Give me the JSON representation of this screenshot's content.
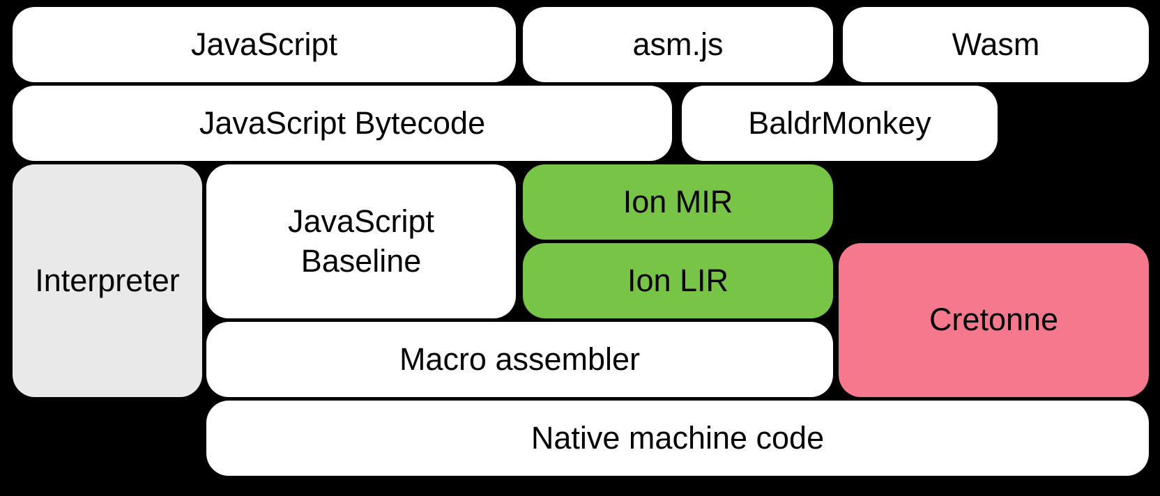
{
  "diagram": {
    "background_color": "#000000",
    "text_color": "#000000",
    "colors": {
      "white": "#ffffff",
      "gray": "#e9e9e9",
      "green": "#78c446",
      "pink": "#f5788c"
    },
    "boxes": [
      {
        "id": "javascript",
        "label": "JavaScript",
        "color": "white"
      },
      {
        "id": "asm-js",
        "label": "asm.js",
        "color": "white"
      },
      {
        "id": "wasm",
        "label": "Wasm",
        "color": "white"
      },
      {
        "id": "javascript-bytecode",
        "label": "JavaScript Bytecode",
        "color": "white"
      },
      {
        "id": "baldrmonkey",
        "label": "BaldrMonkey",
        "color": "white"
      },
      {
        "id": "interpreter",
        "label": "Interpreter",
        "color": "gray"
      },
      {
        "id": "javascript-baseline",
        "label": "JavaScript\nBaseline",
        "color": "white"
      },
      {
        "id": "ion-mir",
        "label": "Ion MIR",
        "color": "green"
      },
      {
        "id": "ion-lir",
        "label": "Ion LIR",
        "color": "green"
      },
      {
        "id": "cretonne",
        "label": "Cretonne",
        "color": "pink"
      },
      {
        "id": "macro-assembler",
        "label": "Macro assembler",
        "color": "white"
      },
      {
        "id": "native-machine-code",
        "label": "Native machine code",
        "color": "white"
      }
    ]
  }
}
